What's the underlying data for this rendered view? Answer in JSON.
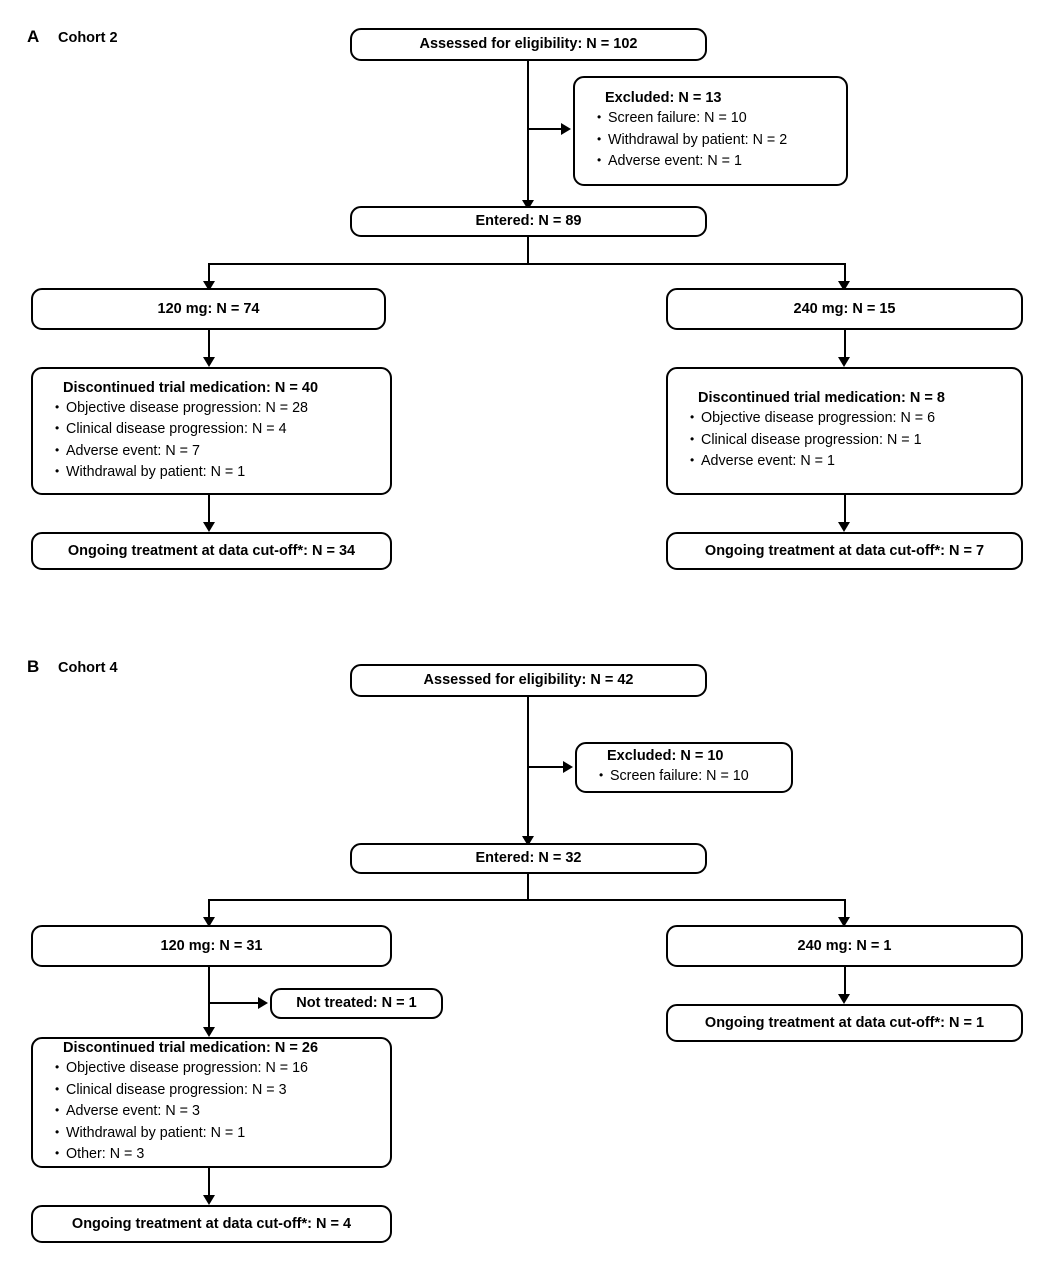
{
  "figure": {
    "type": "consort-flow-diagram",
    "footnote_marker": "*"
  },
  "panels": [
    {
      "letter": "A",
      "caption": "Cohort 2",
      "nodes": {
        "assessed": {
          "title": "Assessed for eligibility: N = 102"
        },
        "excluded": {
          "title": "Excluded: N = 13",
          "items": [
            "Screen failure: N = 10",
            "Withdrawal by patient: N = 2",
            "Adverse event: N = 1"
          ]
        },
        "entered": {
          "title": "Entered: N = 89"
        },
        "arm_left": {
          "title": "120 mg: N = 74"
        },
        "arm_right": {
          "title": "240 mg: N = 15"
        },
        "disc_left": {
          "title": "Discontinued trial medication: N = 40",
          "items": [
            "Objective disease progression: N = 28",
            "Clinical disease progression: N = 4",
            "Adverse event: N = 7",
            "Withdrawal by patient: N = 1"
          ]
        },
        "disc_right": {
          "title": "Discontinued trial medication: N = 8",
          "items": [
            "Objective disease progression: N = 6",
            "Clinical disease progression: N = 1",
            "Adverse event: N = 1"
          ]
        },
        "ongoing_left": {
          "title": "Ongoing treatment at data cut-off*: N = 34"
        },
        "ongoing_right": {
          "title": "Ongoing treatment at data cut-off*: N = 7"
        }
      }
    },
    {
      "letter": "B",
      "caption": "Cohort 4",
      "nodes": {
        "assessed": {
          "title": "Assessed for eligibility: N = 42"
        },
        "excluded": {
          "title": "Excluded: N = 10",
          "items": [
            "Screen failure: N = 10"
          ]
        },
        "entered": {
          "title": "Entered: N = 32"
        },
        "arm_left": {
          "title": "120 mg: N = 31"
        },
        "arm_right": {
          "title": "240 mg: N = 1"
        },
        "not_treated": {
          "title": "Not treated: N = 1"
        },
        "disc_left": {
          "title": "Discontinued trial medication: N = 26",
          "items": [
            "Objective disease progression: N = 16",
            "Clinical disease progression: N = 3",
            "Adverse event: N = 3",
            "Withdrawal by patient: N = 1",
            "Other: N = 3"
          ]
        },
        "ongoing_left": {
          "title": "Ongoing treatment at data cut-off*: N = 4"
        },
        "ongoing_right": {
          "title": "Ongoing treatment at data cut-off*: N = 1"
        }
      }
    }
  ],
  "colors": {
    "stroke": "#000000",
    "text": "#000000",
    "background": "#ffffff"
  }
}
